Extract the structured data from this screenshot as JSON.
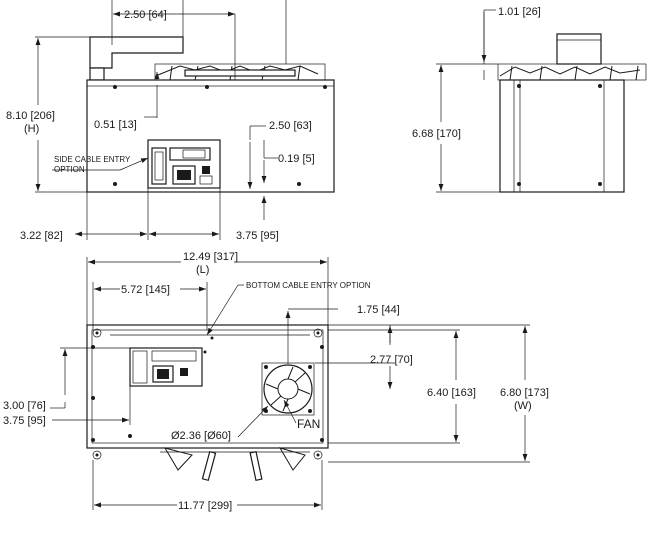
{
  "front_view": {
    "width_top": "2.50 [64]",
    "height_overall": "8.10 [206]",
    "height_overall_sub": "(H)",
    "offset_small": "0.51 [13]",
    "connector_offset": "2.50 [63]",
    "side_cable_entry_line1": "SIDE CABLE ENTRY",
    "side_cable_entry_line2": "OPTION",
    "connector_gap": "0.19 [5]",
    "left_offset": "3.22 [82]",
    "panel_width": "3.75 [95]"
  },
  "side_view": {
    "top_offset": "1.01 [26]",
    "body_height": "6.68 [170]"
  },
  "bottom_view": {
    "length": "12.49 [317]",
    "length_sub": "(L)",
    "cable_x": "5.72 [145]",
    "bottom_cable_entry": "BOTTOM CABLE ENTRY OPTION",
    "fan_y_offset": "1.75 [44]",
    "fan_x_offset": "2.77 [70]",
    "inner_width": "6.40 [163]",
    "width": "6.80 [173]",
    "width_sub": "(W)",
    "cutout_y1": "3.00 [76]",
    "cutout_y2": "3.75 [95]",
    "fan_diameter": "Ø2.36 [Ø60]",
    "fan_label": "FAN",
    "hole_spacing": "11.77 [299]"
  },
  "colors": {
    "line": "#1a1a1a",
    "background": "#ffffff"
  }
}
